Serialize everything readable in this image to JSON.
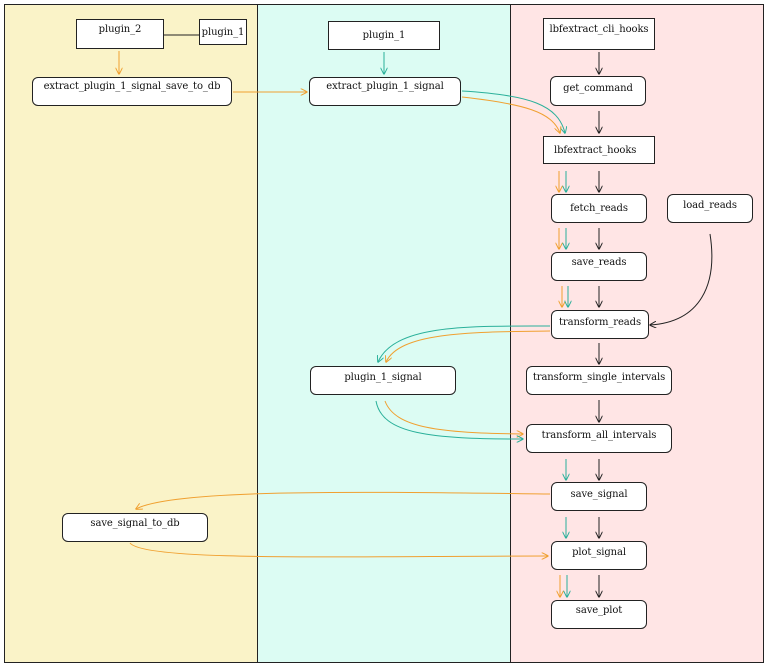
{
  "lanes": [
    "yellow",
    "cyan",
    "pink"
  ],
  "colors": {
    "orange": "#f0a030",
    "teal": "#2ab09a",
    "black": "#222222",
    "lane_yellow": "#faf3c8",
    "lane_cyan": "#dcfcf3",
    "lane_pink": "#ffe5e5"
  },
  "nodes": {
    "plugin_2": "plugin_2",
    "plugin_1_small": "plugin_1",
    "plugin_1": "plugin_1",
    "lbfextract_cli_hooks": "lbfextract_cli_hooks",
    "extract_plugin_1_signal_save_to_db": "extract_plugin_1_signal_save_to_db",
    "extract_plugin_1_signal": "extract_plugin_1_signal",
    "get_command": "get_command",
    "lbfextract_hooks": "lbfextract_hooks",
    "fetch_reads": "fetch_reads",
    "load_reads": "load_reads",
    "save_reads": "save_reads",
    "transform_reads": "transform_reads",
    "plugin_1_signal": "plugin_1_signal",
    "transform_single_intervals": "transform_single_intervals",
    "transform_all_intervals": "transform_all_intervals",
    "save_signal": "save_signal",
    "save_signal_to_db": "save_signal_to_db",
    "plot_signal": "plot_signal",
    "save_plot": "save_plot"
  }
}
